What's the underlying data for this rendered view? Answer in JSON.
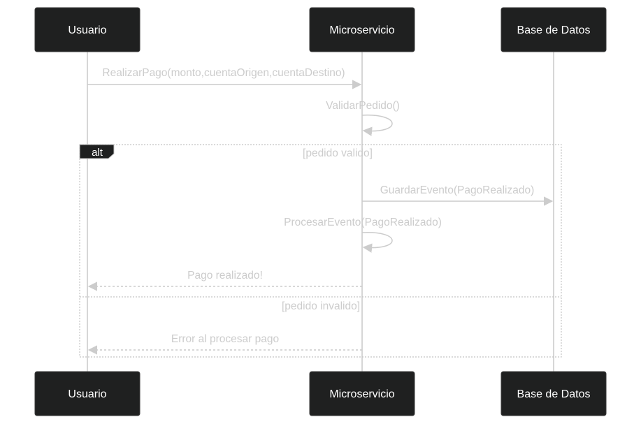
{
  "participants": [
    {
      "name": "Usuario"
    },
    {
      "name": "Microservicio"
    },
    {
      "name": "Base de Datos"
    }
  ],
  "messages": {
    "realizar_pago": "RealizarPago(monto,cuentaOrigen,cuentaDestino)",
    "validar_pedido": "ValidarPedido()",
    "guardar_evento": "GuardarEvento(PagoRealizado)",
    "procesar_evento": "ProcesarEvento(PagoRealizado)",
    "pago_realizado": "Pago realizado!",
    "error_pago": "Error al procesar pago"
  },
  "alt_frame": {
    "label": "alt",
    "condition_valid": "[pedido valido]",
    "condition_invalid": "[pedido invalido]"
  },
  "colors": {
    "actor_fill": "#1f2020",
    "line": "#cccccc",
    "text": "#cccccc"
  }
}
